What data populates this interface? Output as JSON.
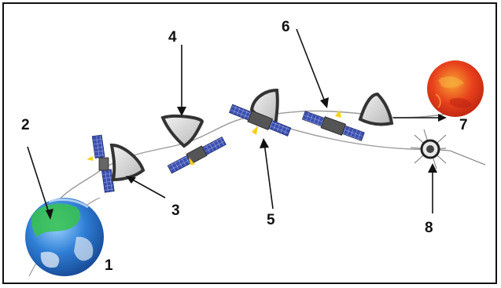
{
  "labels": {
    "l1": "1",
    "l2": "2",
    "l3": "3",
    "l4": "4",
    "l5": "5",
    "l6": "6",
    "l7": "7",
    "l8": "8"
  },
  "colors": {
    "earth_ocean": "#2f7fd6",
    "earth_land": "#35c24a",
    "sun": "#e8401c",
    "sun_glow": "#f29a2e",
    "panel": "#3b4fae",
    "capsule": "#4a4a4a",
    "engine_flame": "#f3d21a",
    "trajectory": "#9a9a9a",
    "arrow": "#111111"
  },
  "icons": [
    "earth-icon",
    "sun-icon",
    "spacecraft-icon",
    "aerobrake-shield-icon",
    "landing-probe-icon"
  ]
}
